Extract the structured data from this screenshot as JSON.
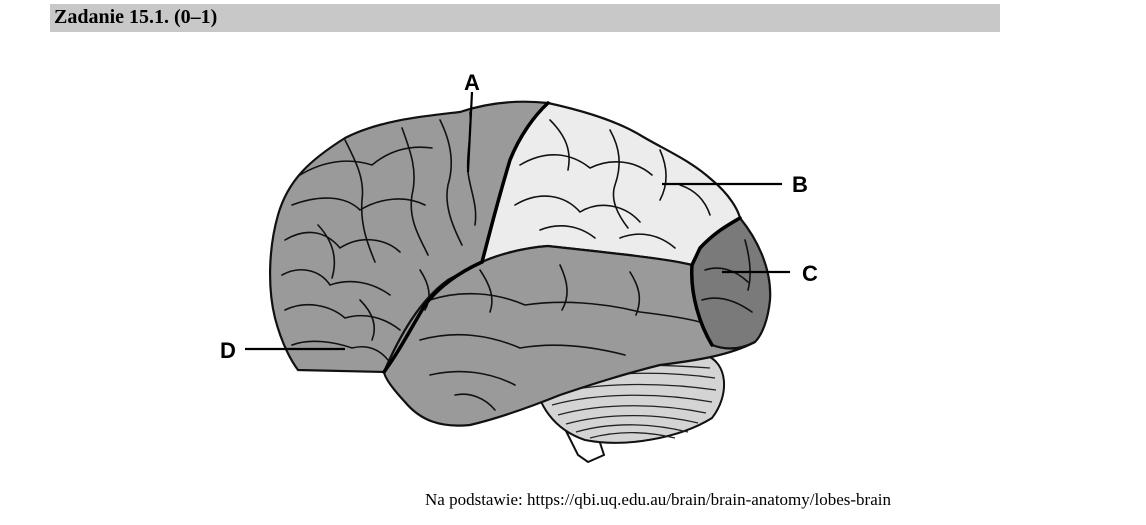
{
  "header": {
    "title": "Zadanie 15.1. (0–1)"
  },
  "diagram": {
    "labels": {
      "a": "A",
      "b": "B",
      "c": "C",
      "d": "D"
    }
  },
  "footer": {
    "source": "Na podstawie: https://qbi.uq.edu.au/brain/brain-anatomy/lobes-brain"
  },
  "colors": {
    "frontal": "#9a9a9a",
    "parietal": "#ececec",
    "temporal": "#9a9a9a",
    "occipital": "#7a7a7a",
    "cerebellum": "#d4d4d4",
    "title_bar": "#c8c8c8"
  }
}
